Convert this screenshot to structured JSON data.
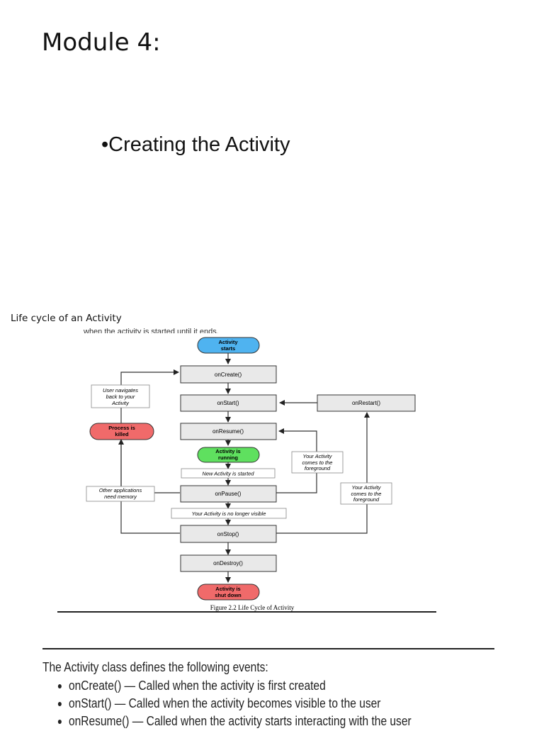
{
  "slide": {
    "title": "Module 4:",
    "bullet": "•Creating the Activity",
    "caption": "Life cycle of an Activity",
    "cut_text": "when the activity is started until it ends."
  },
  "diagram": {
    "activity_starts_1": "Activity",
    "activity_starts_2": "starts",
    "on_create": "onCreate()",
    "on_start": "onStart()",
    "on_restart": "onRestart()",
    "on_resume": "onResume()",
    "running_1": "Activity is",
    "running_2": "running",
    "new_activity": "New Activity is started",
    "on_pause": "onPause()",
    "no_longer_visible": "Your Activity is no longer visible",
    "on_stop": "onStop()",
    "on_destroy": "onDestroy()",
    "shut_down_1": "Activity is",
    "shut_down_2": "shut down",
    "user_navigates_1": "User navigates",
    "user_navigates_2": "back to your",
    "user_navigates_3": "Activity",
    "process_killed_1": "Process is",
    "process_killed_2": "killed",
    "other_apps_1": "Other applications",
    "other_apps_2": "need memory",
    "foreground1_1": "Your Activity",
    "foreground1_2": "comes to the",
    "foreground1_3": "foreground",
    "foreground2_1": "Your Activity",
    "foreground2_2": "comes to the",
    "foreground2_3": "foreground",
    "figure_caption": "Figure 2.2 Life Cycle of Activity"
  },
  "events": {
    "heading": "The Activity class defines the following events:",
    "items": [
      "onCreate() — Called when the activity is first created",
      "onStart() — Called when the activity becomes visible to the user",
      "onResume() — Called when the activity starts interacting with the user"
    ]
  },
  "colors": {
    "start_fill": "#4fb3f0",
    "running_fill": "#5fe05f",
    "killed_fill": "#f06a6a",
    "box_fill": "#e9e9e9"
  }
}
